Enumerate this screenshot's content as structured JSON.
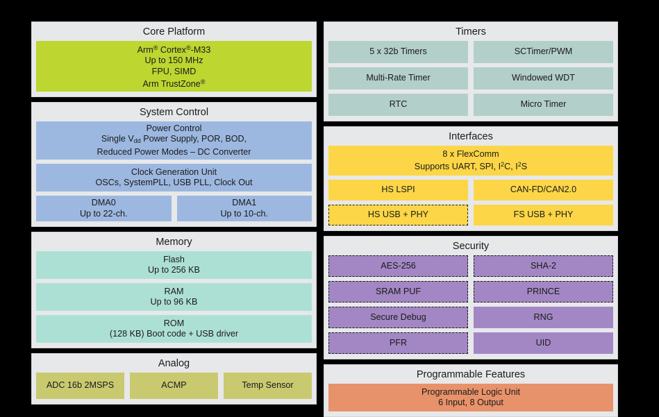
{
  "colors": {
    "background": "#000000",
    "group_bg": "#e7e8ea",
    "core_platform": "#bdd630",
    "system_control": "#9db8e0",
    "memory": "#ade0d5",
    "analog": "#c9c970",
    "timers": "#b3cfc9",
    "interfaces": "#fcd646",
    "security": "#a387c4",
    "programmable": "#e8926b",
    "dashed_border": "#1a1a1a"
  },
  "left_column": [
    {
      "title": "Core Platform",
      "blocks": [
        {
          "lines": [
            "Arm ® Cortex ®-M33",
            "Up to 150 MHz",
            "FPU, SIMD",
            "Arm TrustZone®"
          ],
          "dashed": false
        }
      ]
    },
    {
      "title": "System Control",
      "blocks": [
        {
          "lines": [
            "Power Control",
            "Single Vdd Power Supply, POR, BOD,",
            "Reduced Power Modes – DC Converter"
          ],
          "dashed": false
        },
        {
          "lines": [
            "Clock Generation Unit",
            "OSCs, SystemPLL, USB PLL, Clock Out"
          ],
          "dashed": false
        },
        {
          "lines": [
            "DMA0",
            "Up to 22-ch."
          ],
          "dashed": false
        },
        {
          "lines": [
            "DMA1",
            "Up to 10-ch."
          ],
          "dashed": false
        }
      ]
    },
    {
      "title": "Memory",
      "blocks": [
        {
          "lines": [
            "Flash",
            "Up to 256 KB"
          ],
          "dashed": false
        },
        {
          "lines": [
            "RAM",
            "Up to 96 KB"
          ],
          "dashed": false
        },
        {
          "lines": [
            "ROM",
            "(128 KB) Boot code + USB driver"
          ],
          "dashed": false
        }
      ]
    },
    {
      "title": "Analog",
      "blocks": [
        {
          "lines": [
            "ADC 16b 2MSPS"
          ],
          "dashed": false
        },
        {
          "lines": [
            "ACMP"
          ],
          "dashed": false
        },
        {
          "lines": [
            "Temp Sensor"
          ],
          "dashed": false
        }
      ]
    }
  ],
  "right_column": [
    {
      "title": "Timers",
      "blocks": [
        {
          "lines": [
            "5 x 32b Timers"
          ],
          "dashed": false
        },
        {
          "lines": [
            "SCTimer/PWM"
          ],
          "dashed": false
        },
        {
          "lines": [
            "Multi-Rate  Timer"
          ],
          "dashed": false
        },
        {
          "lines": [
            "Windowed WDT"
          ],
          "dashed": false
        },
        {
          "lines": [
            "RTC"
          ],
          "dashed": false
        },
        {
          "lines": [
            "Micro  Timer"
          ],
          "dashed": false
        }
      ]
    },
    {
      "title": "Interfaces",
      "blocks": [
        {
          "lines": [
            "8 x FlexComm",
            "Supports UART, SPI, I2C, I2S"
          ],
          "dashed": false
        },
        {
          "lines": [
            "HS LSPI"
          ],
          "dashed": false
        },
        {
          "lines": [
            "CAN-FD/CAN2.0"
          ],
          "dashed": false
        },
        {
          "lines": [
            "HS USB + PHY"
          ],
          "dashed": true
        },
        {
          "lines": [
            "FS USB + PHY"
          ],
          "dashed": false
        }
      ]
    },
    {
      "title": "Security",
      "blocks": [
        {
          "lines": [
            "AES-256"
          ],
          "dashed": true
        },
        {
          "lines": [
            "SHA-2"
          ],
          "dashed": true
        },
        {
          "lines": [
            "SRAM PUF"
          ],
          "dashed": true
        },
        {
          "lines": [
            "PRINCE"
          ],
          "dashed": true
        },
        {
          "lines": [
            "Secure Debug"
          ],
          "dashed": true
        },
        {
          "lines": [
            "RNG"
          ],
          "dashed": false
        },
        {
          "lines": [
            "PFR"
          ],
          "dashed": true
        },
        {
          "lines": [
            "UID"
          ],
          "dashed": false
        }
      ]
    },
    {
      "title": "Programmable Features",
      "blocks": [
        {
          "lines": [
            "Programmable Logic Unit",
            "6 Input, 8 Output"
          ],
          "dashed": false
        }
      ]
    }
  ]
}
